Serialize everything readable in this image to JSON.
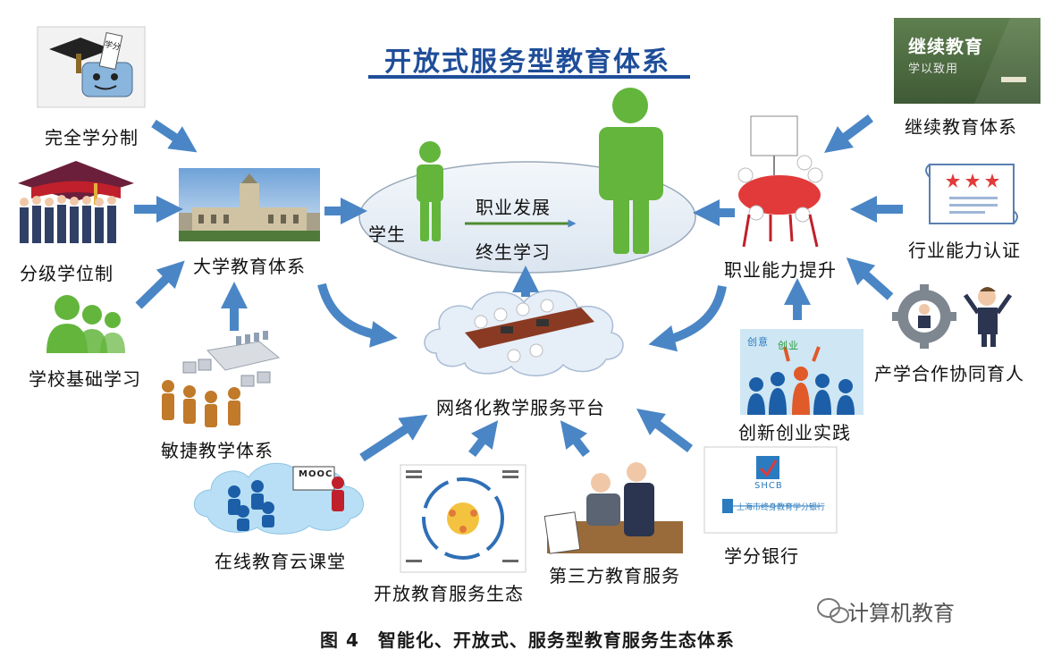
{
  "title": "开放式服务型教育体系",
  "caption": "图 4　智能化、开放式、服务型教育服务生态体系",
  "watermark": "计算机教育",
  "center": {
    "student": "学生",
    "career": "职业发展",
    "lifelong": "终生学习"
  },
  "nodes": {
    "credit_system": "完全学分制",
    "degree_system": "分级学位制",
    "school_basic": "学校基础学习",
    "university": "大学教育体系",
    "agile": "敏捷教学体系",
    "platform": "网络化教学服务平台",
    "online_cloud": "在线教育云课堂",
    "open_ecology": "开放教育服务生态",
    "third_party": "第三方教育服务",
    "credit_bank": "学分银行",
    "innovation": "创新创业实践",
    "industry_coop": "产学合作协同育人",
    "career_upgrade": "职业能力提升",
    "industry_cert": "行业能力认证",
    "continuing": "继续教育体系"
  },
  "images": {
    "continuing_title": "继续教育",
    "continuing_sub": "学以致用",
    "mooc": "MOOC",
    "shcb": "SHCB",
    "credit_bank_name": "上海市终身教育学分银行",
    "innovation_a": "创意",
    "innovation_b": "创业",
    "credit_card": "学分"
  },
  "colors": {
    "arrow": "#4a86c5",
    "title": "#1f4e99",
    "person": "#63b53c",
    "ellipse": "#e4ecf5"
  }
}
